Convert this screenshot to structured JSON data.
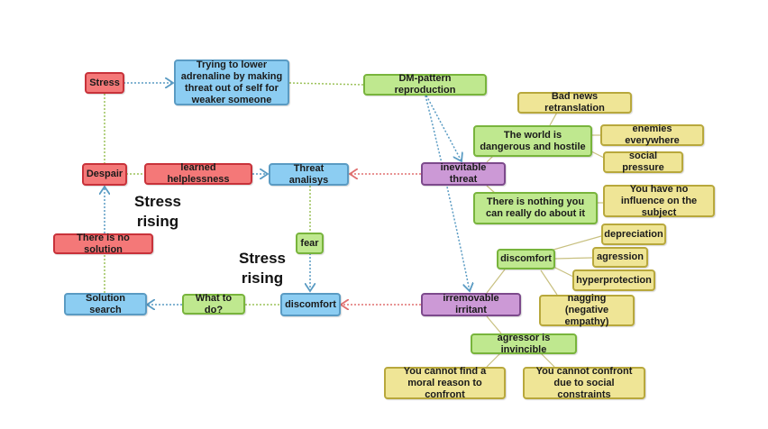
{
  "nodes": {
    "stress": "Stress",
    "trying": "Trying to lower adrenaline by making threat out of self for weaker someone",
    "dm_pattern": "DM-pattern reproduction",
    "bad_news": "Bad news retranslation",
    "world_dangerous": "The world is dangerous and hostile",
    "enemies": "enemies everywhere",
    "social_pressure": "social pressure",
    "despair": "Despair",
    "learned_helplessness": "learned helplessness",
    "threat_analysis": "Threat analisys",
    "inevitable_threat": "inevitable threat",
    "nothing_you_can_do": "There is nothing you can really do about it",
    "no_influence": "You have no influence on the subject",
    "fear": "fear",
    "no_solution": "There is no solution",
    "depreciation": "depreciation",
    "discomfort_green": "discomfort",
    "agression": "agression",
    "hyperprotection": "hyperprotection",
    "nagging": "nagging (negative empathy)",
    "solution_search": "Solution search",
    "what_to_do": "What to do?",
    "discomfort_blue": "discomfort",
    "irremovable_irritant": "irremovable irritant",
    "agressor_invincible": "agressor is invincible",
    "no_moral_reason": "You cannot find a moral reason to confront",
    "social_constraints": "You cannot confront due to social constraints"
  },
  "labels": {
    "stress_rising_1": "Stress rising",
    "stress_rising_2": "Stress rising"
  },
  "colors": {
    "red": "#f47878",
    "blue": "#8ccdf2",
    "green": "#bfe88f",
    "purple": "#cc99d6",
    "yellow": "#efe596"
  }
}
